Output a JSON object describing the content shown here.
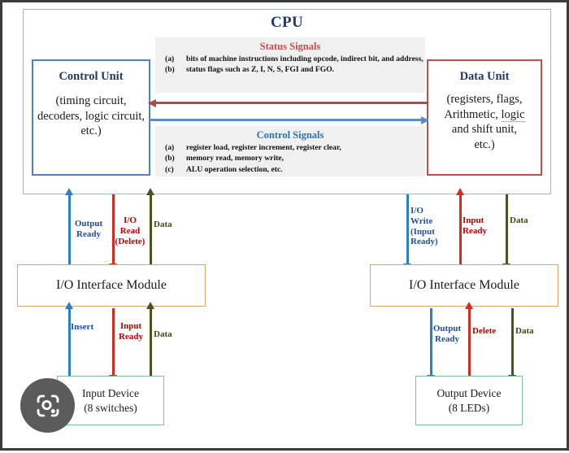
{
  "diagram": {
    "cpu": {
      "title": "CPU",
      "control_unit": {
        "title": "Control Unit",
        "body": "(timing circuit, decoders, logic circuit, etc.)"
      },
      "data_unit": {
        "title": "Data Unit",
        "body_line1": "(registers, flags,",
        "body_line2_pre": "Arithmetic, ",
        "body_line2_underlined": "logic",
        "body_line3": "and shift unit,",
        "body_line4": "etc.)"
      },
      "status_signals": {
        "title": "Status Signals",
        "items": [
          {
            "marker": "(a)",
            "text": "bits of machine instructions including opcode, indirect bit, and address,"
          },
          {
            "marker": "(b)",
            "text": "status flags such as Z, I, N, S, FGI and FGO."
          }
        ]
      },
      "control_signals": {
        "title": "Control Signals",
        "items": [
          {
            "marker": "(a)",
            "text": "register load, register increment, register clear,"
          },
          {
            "marker": "(b)",
            "text": "memory read, memory write,"
          },
          {
            "marker": "(c)",
            "text": "ALU operation selection, etc."
          }
        ]
      }
    },
    "modules": {
      "left_io": "I/O Interface Module",
      "right_io": "I/O Interface Module"
    },
    "devices": {
      "input": {
        "line1": "Input Device",
        "line2": "(8 switches)"
      },
      "output": {
        "line1": "Output Device",
        "line2": "(8 LEDs)"
      }
    },
    "signals": {
      "left_upper": [
        {
          "label": "Output\nReady",
          "color": "blue",
          "direction": "up"
        },
        {
          "label": "I/O\nRead\n(Delete)",
          "color": "red",
          "direction": "down"
        },
        {
          "label": "Data",
          "color": "olive",
          "direction": "up"
        }
      ],
      "left_lower": [
        {
          "label": "Insert",
          "color": "blue",
          "direction": "up"
        },
        {
          "label": "Input\nReady",
          "color": "red",
          "direction": "down"
        },
        {
          "label": "Data",
          "color": "olive",
          "direction": "up"
        }
      ],
      "right_upper": [
        {
          "label": "I/O\nWrite\n(Input\nReady)",
          "color": "blue",
          "direction": "down"
        },
        {
          "label": "Input\nReady",
          "color": "red",
          "direction": "up"
        },
        {
          "label": "Data",
          "color": "olive",
          "direction": "down"
        }
      ],
      "right_lower": [
        {
          "label": "Output\nReady",
          "color": "blue",
          "direction": "down"
        },
        {
          "label": "Delete",
          "color": "red",
          "direction": "up"
        },
        {
          "label": "Data",
          "color": "olive",
          "direction": "down"
        }
      ]
    },
    "colors": {
      "cpu_border": "#9fb6d4",
      "control_unit_border": "#4f81bd",
      "data_unit_border": "#c0504d",
      "status_title": "#c0504d",
      "control_title": "#2e74b5",
      "panel_bg": "#f0f0f0",
      "io_border": "#e0a36a",
      "device_border": "#7fbf9a",
      "blue_signal": "#2b7fc4",
      "red_signal": "#d42a20",
      "olive_signal": "#4a5320",
      "title_navy": "#1f3864"
    }
  },
  "overlay": {
    "lens_button": "lens-search-button"
  }
}
